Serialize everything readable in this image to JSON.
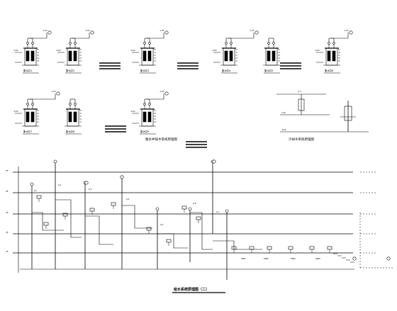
{
  "drawing": {
    "colors": {
      "ink": "#000000",
      "background": "#ffffff"
    },
    "pump_details": [
      {
        "label": "集水井1"
      },
      {
        "label": "集水井2"
      },
      {
        "label": "集水井3"
      },
      {
        "label": "集水井4"
      },
      {
        "label": "集水井5"
      },
      {
        "label": "集水井6"
      },
      {
        "label": "集水井7"
      },
      {
        "label": "集水井8"
      },
      {
        "label": "集水井9"
      }
    ],
    "titles": {
      "sump_system": "集水井排水系统原理图",
      "cooling_system": "冷却水系统原理图",
      "main_system": "给水系统原理图（二）"
    },
    "floor_labels": [
      "5F",
      "4F",
      "3F",
      "2F",
      "1F"
    ]
  }
}
